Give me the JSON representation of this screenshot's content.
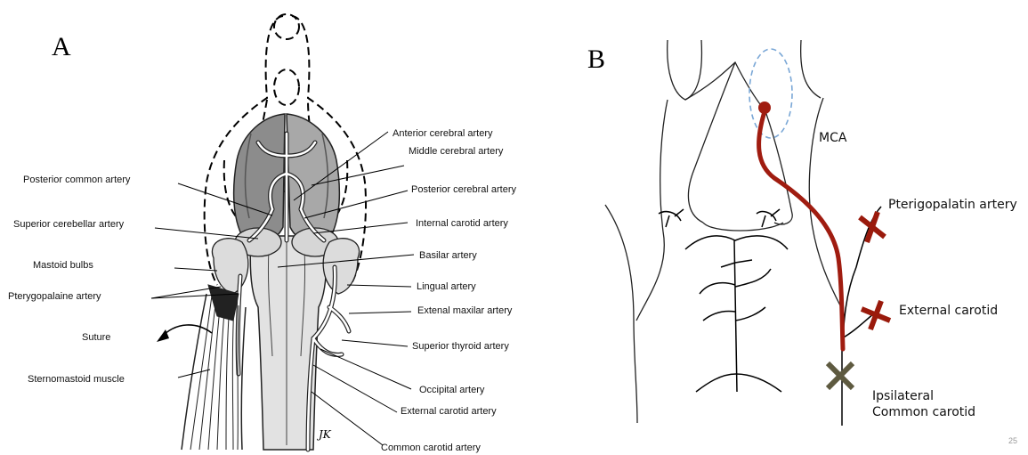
{
  "panel_a": {
    "letter": "A",
    "labels_left": {
      "posterior_common_artery": "Posterior common artery",
      "superior_cerebellar_artery": "Superior cerebellar artery",
      "mastoid_bulbs": "Mastoid bulbs",
      "pterygopalaine_artery": "Pterygopalaine artery",
      "suture": "Suture",
      "sternomastoid_muscle": "Sternomastoid muscle"
    },
    "labels_right": {
      "anterior_cerebral_artery": "Anterior cerebral artery",
      "middle_cerebral_artery": "Middle cerebral artery",
      "posterior_cerebral_artery": "Posterior  cerebral artery",
      "internal_carotid_artery": "Internal carotid artery",
      "basilar_artery": "Basilar artery",
      "lingual_artery": "Lingual artery",
      "extenal_maxilar_artery": "Extenal maxilar artery",
      "superior_thyroid_artery": "Superior thyroid artery",
      "occipital_artery": "Occipital artery",
      "external_carotid_artery": "External carotid artery",
      "common_carotid_artery": "Common carotid artery"
    },
    "signature": "JK"
  },
  "panel_b": {
    "letter": "B",
    "labels": {
      "mca": "MCA",
      "pterigopalatin_artery": "Pterigopalatin artery",
      "external_carotid": "External carotid",
      "ipsilateral_line1": "Ipsilateral",
      "ipsilateral_line2": "Common carotid"
    },
    "colors": {
      "artery": "#a01c10",
      "x_mark_red": "#9a1a0c",
      "x_mark_olive": "#5e5a40",
      "mca_region": "#7aa7d6"
    }
  },
  "slide_number": "25"
}
